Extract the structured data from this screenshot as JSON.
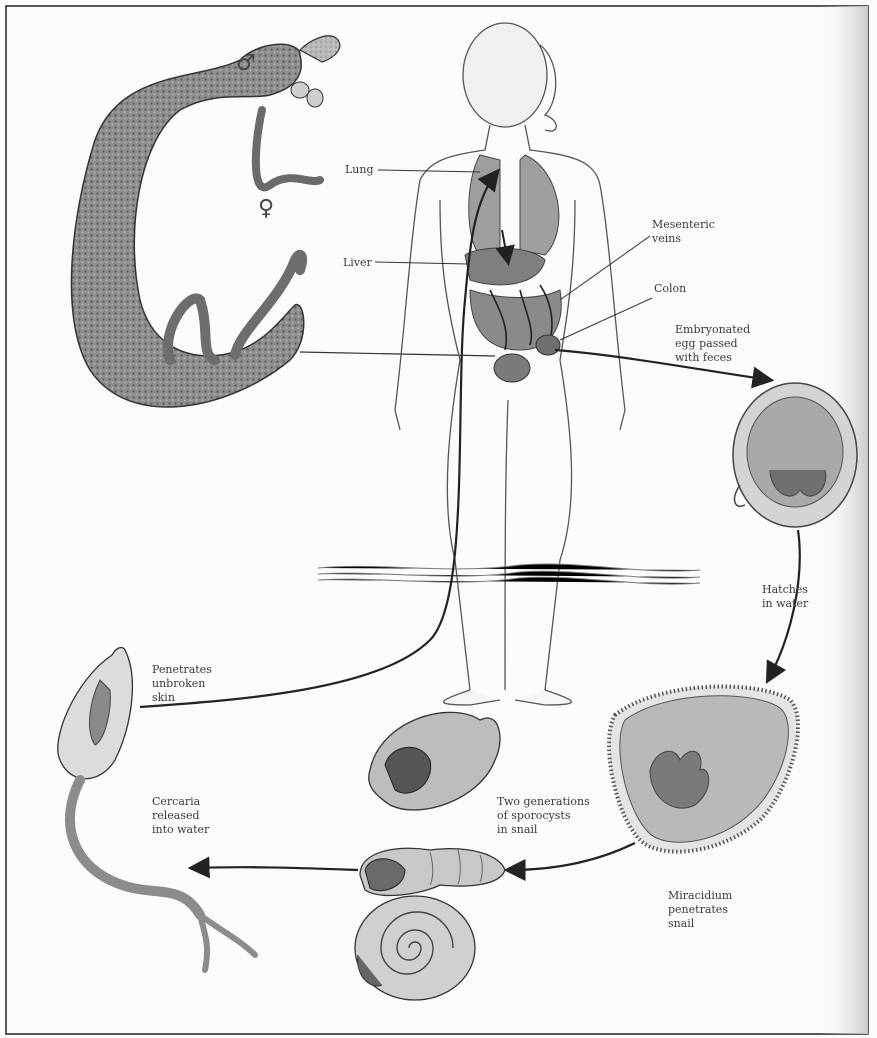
{
  "symbols": {
    "male": "♂",
    "female": "♀"
  },
  "labels": {
    "lung": "Lung",
    "liver": "Liver",
    "mesenteric": [
      "Mesenteric",
      "veins"
    ],
    "colon": "Colon",
    "egg": [
      "Embryonated",
      "egg passed",
      "with feces"
    ],
    "hatches": [
      "Hatches",
      "in water"
    ],
    "miracidium": [
      "Miracidium",
      "penetrates",
      "snail"
    ],
    "sporocysts": [
      "Two generations",
      "of sporocysts",
      "in snail"
    ],
    "cercaria": [
      "Cercaria",
      "released",
      "into water"
    ],
    "penetrates": [
      "Penetrates",
      "unbroken",
      "skin"
    ]
  }
}
